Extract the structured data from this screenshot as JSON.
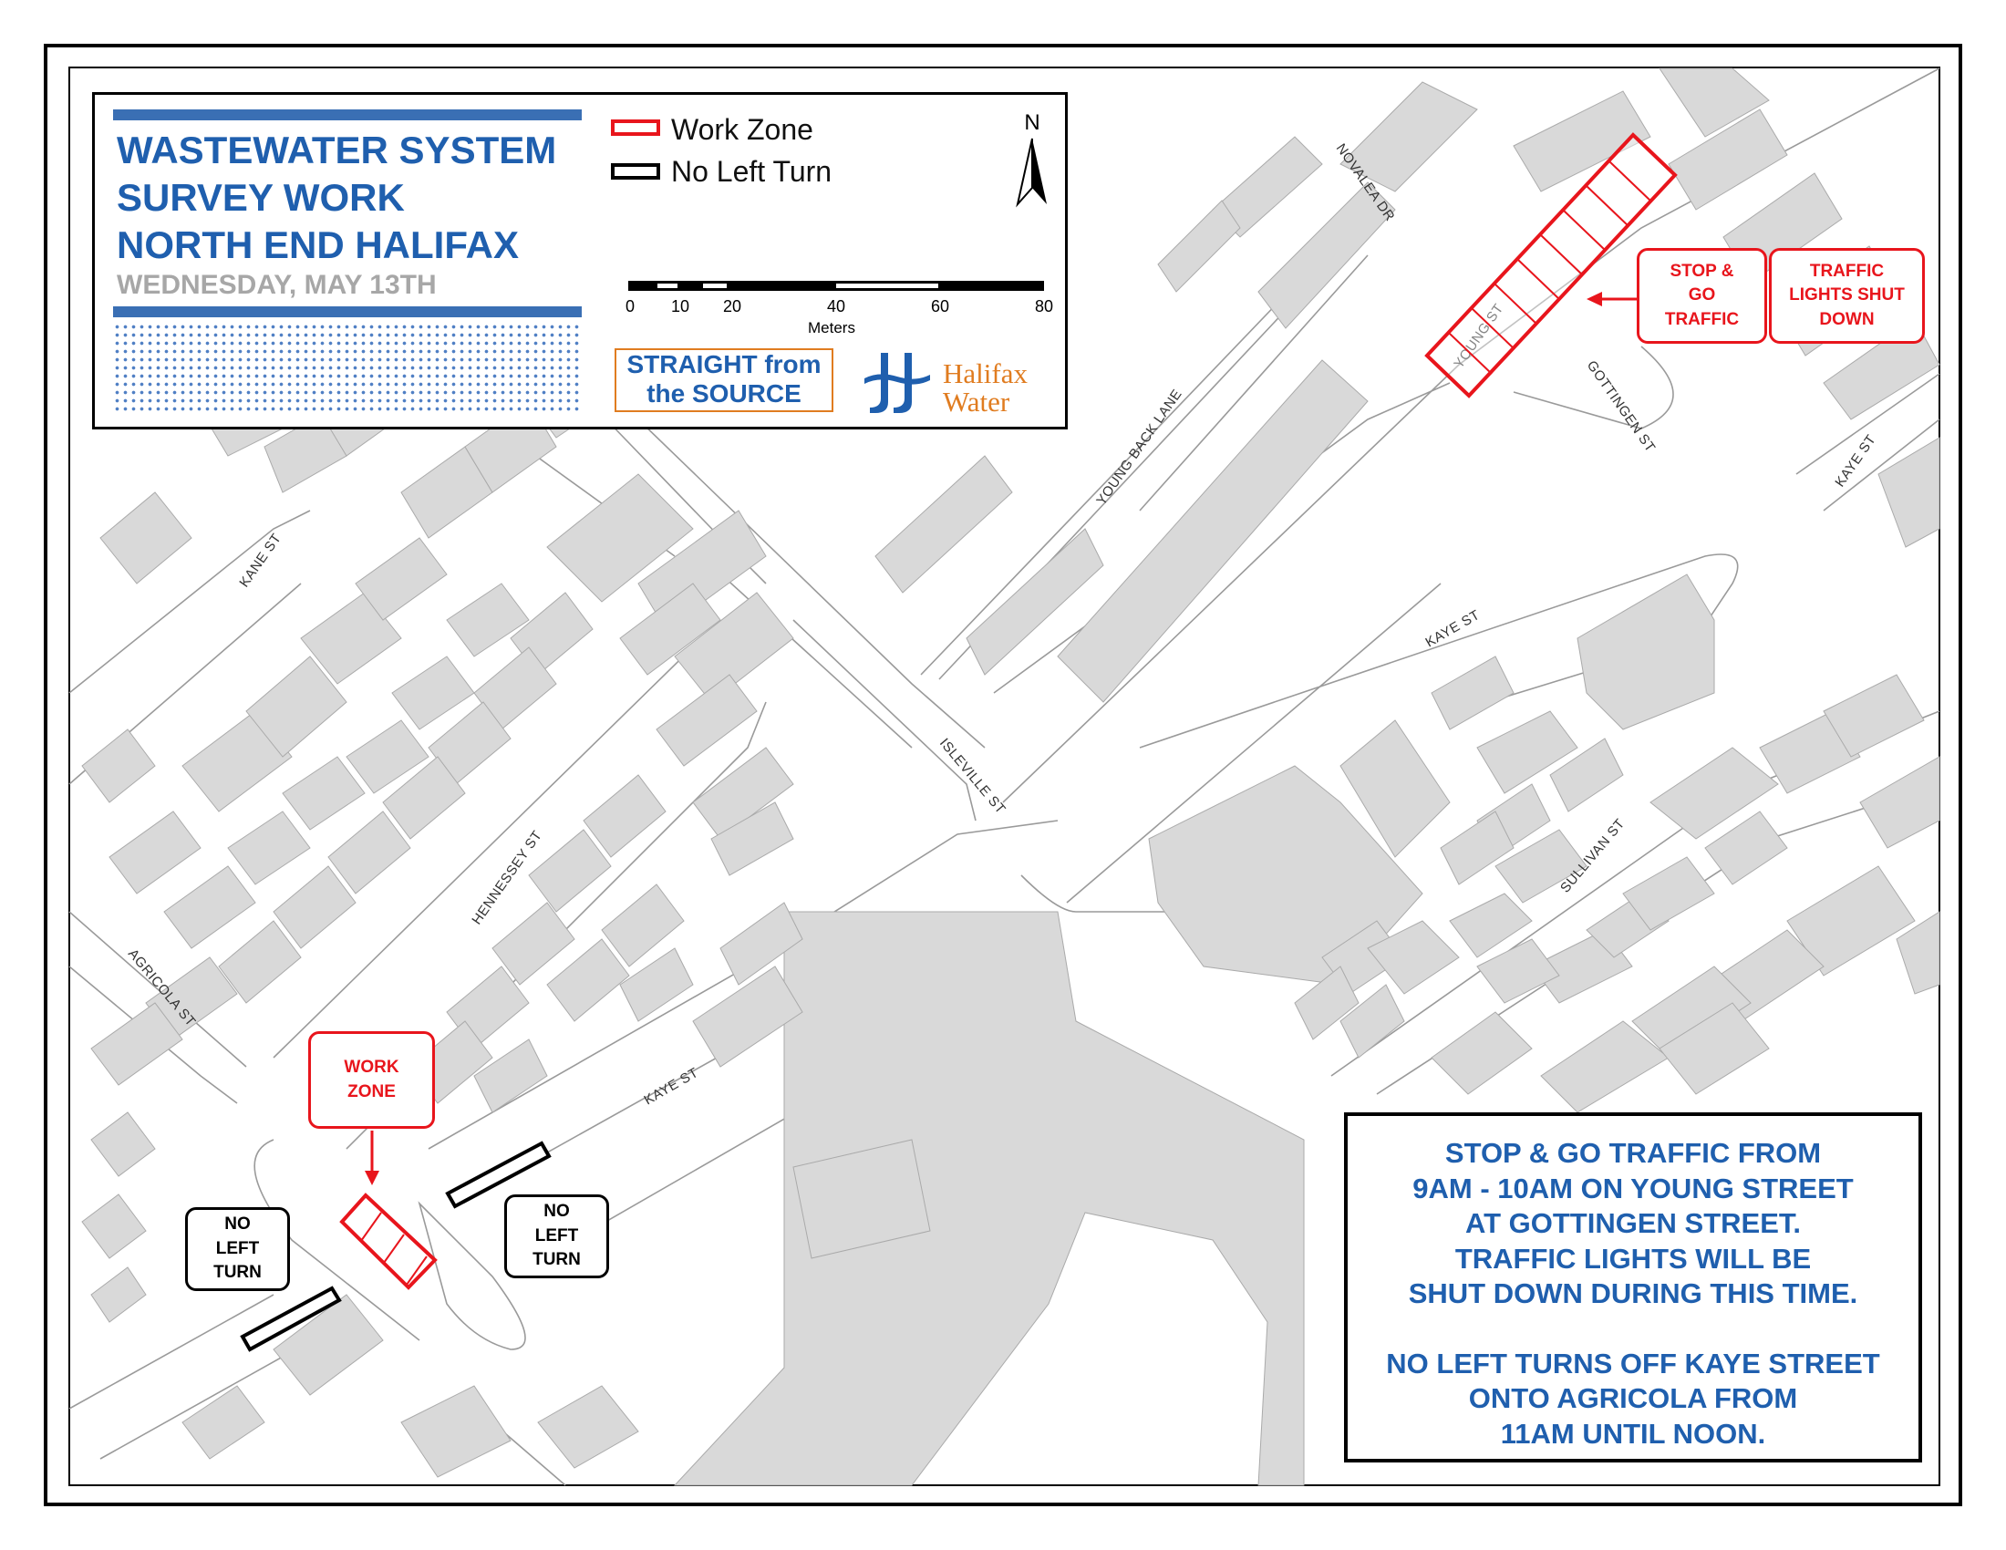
{
  "title": {
    "line1": "WASTEWATER SYSTEM",
    "line2": "SURVEY WORK",
    "line3": "NORTH END HALIFAX",
    "date": "WEDNESDAY, MAY 13TH"
  },
  "legend": {
    "items": [
      {
        "label": "Work Zone",
        "color": "#e8151c"
      },
      {
        "label": "No Left Turn",
        "color": "#000000"
      }
    ],
    "north_label": "N",
    "scale": {
      "ticks": [
        "0",
        "10",
        "20",
        "40",
        "60",
        "80"
      ],
      "unit": "Meters"
    }
  },
  "logos": {
    "straight_line1": "STRAIGHT from",
    "straight_line2": "the SOURCE",
    "halifax_line1": "Halifax",
    "halifax_line2": "Water"
  },
  "streets": {
    "novalea": "NOVALEA DR",
    "young_upper": "YOUNG ST",
    "gottingen": "GOTTINGEN ST",
    "kaye_east": "KAYE ST",
    "young_back_lane": "YOUNG BACK LANE",
    "kane": "KANE ST",
    "kaye_mid": "KAYE ST",
    "isleville": "ISLEVILLE ST",
    "hennessey": "HENNESSEY ST",
    "sullivan": "SULLIVAN ST",
    "agricola": "AGRICOLA ST",
    "kaye_west": "KAYE ST"
  },
  "callouts": {
    "stop_go": "STOP & GO TRAFFIC",
    "lights": "TRAFFIC LIGHTS SHUT DOWN",
    "work_zone": "WORK ZONE",
    "no_left_1": "NO LEFT TURN",
    "no_left_2": "NO LEFT TURN"
  },
  "notice": {
    "line1": "STOP & GO TRAFFIC FROM",
    "line2": "9AM - 10AM ON YOUNG STREET",
    "line3": "AT GOTTINGEN STREET.",
    "line4": "TRAFFIC LIGHTS WILL BE",
    "line5": "SHUT DOWN DURING THIS TIME.",
    "line6": "NO LEFT TURNS OFF KAYE STREET",
    "line7": "ONTO AGRICOLA FROM",
    "line8": "11AM UNTIL NOON."
  },
  "colors": {
    "work_zone": "#e8151c",
    "text_blue": "#1f5fae",
    "building": "#d9d9d9",
    "accent_orange": "#e07c20"
  }
}
